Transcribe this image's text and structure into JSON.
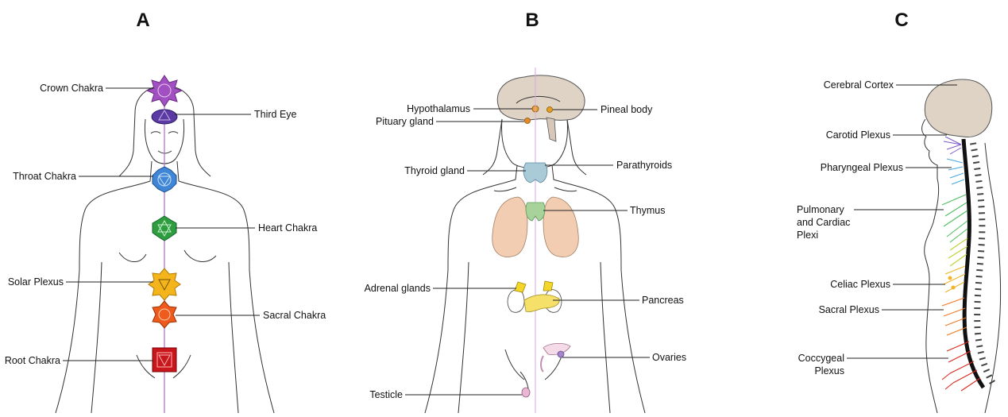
{
  "panels": {
    "a": {
      "letter": "A",
      "labels": {
        "crown": "Crown Chakra",
        "third_eye": "Third Eye",
        "throat": "Throat Chakra",
        "heart": "Heart Chakra",
        "solar": "Solar Plexus",
        "sacral": "Sacral Chakra",
        "root": "Root Chakra"
      },
      "colors": {
        "crown": "#a24fc1",
        "third_eye": "#5b3aa3",
        "throat": "#3f86d6",
        "heart": "#2e9d3f",
        "solar": "#f3b51b",
        "sacral": "#ef5b1c",
        "root": "#c8161d"
      }
    },
    "b": {
      "letter": "B",
      "labels": {
        "hypothalamus": "Hypothalamus",
        "pituitary": "Pituary gland",
        "pineal": "Pineal body",
        "thyroid": "Thyroid gland",
        "parathyroids": "Parathyroids",
        "thymus": "Thymus",
        "adrenal": "Adrenal glands",
        "pancreas": "Pancreas",
        "ovaries": "Ovaries",
        "testicle": "Testicle"
      }
    },
    "c": {
      "letter": "C",
      "labels": {
        "cortex": "Cerebral Cortex",
        "carotid": "Carotid Plexus",
        "pharyngeal": "Pharyngeal Plexus",
        "pulmonary_1": "Pulmonary",
        "pulmonary_2": "and Cardiac",
        "pulmonary_3": "Plexi",
        "celiac": "Celiac Plexus",
        "sacral": "Sacral Plexus",
        "coccygeal_1": "Coccygeal",
        "coccygeal_2": "Plexus"
      }
    }
  }
}
